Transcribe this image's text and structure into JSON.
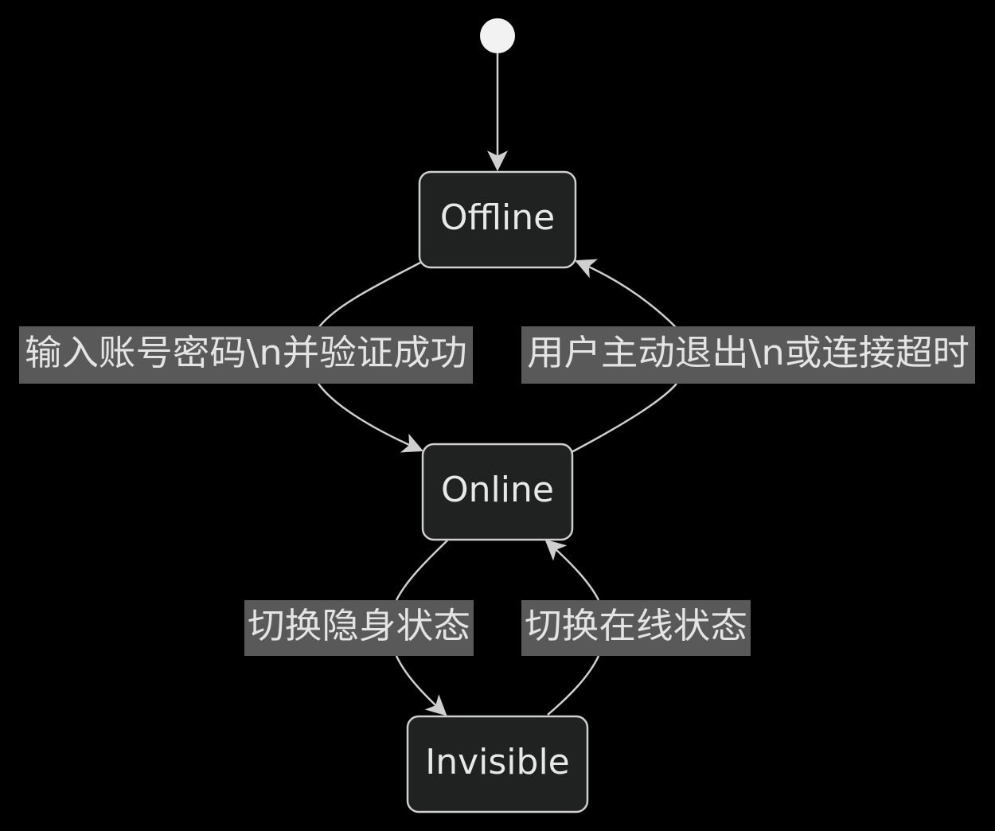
{
  "colors": {
    "background": "#000000",
    "state_fill": "#202221",
    "state_stroke": "#cfcfcf",
    "label_bg": "#595959",
    "text": "#e8e8e8"
  },
  "states": {
    "offline": "Offline",
    "online": "Online",
    "invisible": "Invisible"
  },
  "transitions": {
    "login": "输入账号密码\\n并验证成功",
    "logout": "用户主动退出\\n或连接超时",
    "to_invisible": "切换隐身状态",
    "to_online": "切换在线状态"
  }
}
